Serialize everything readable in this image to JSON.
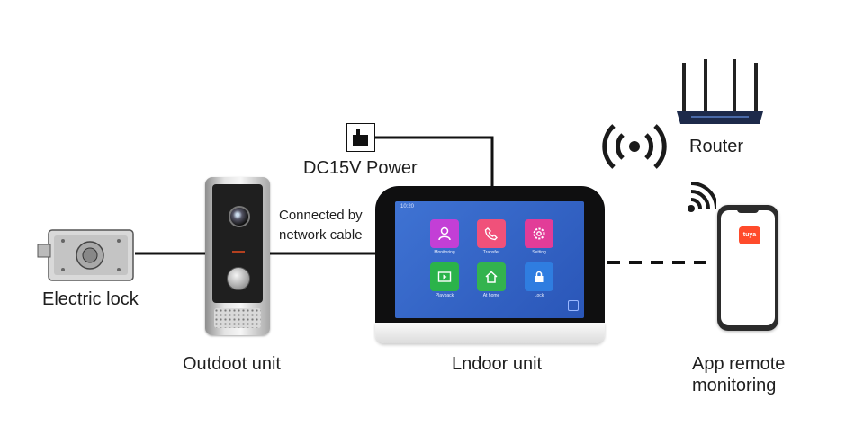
{
  "diagram": {
    "nodes": {
      "electric_lock": {
        "label": "Electric lock"
      },
      "outdoor_unit": {
        "label": "Outdoot unit"
      },
      "indoor_unit": {
        "label": "Lndoor unit"
      },
      "power": {
        "label": "DC15V Power"
      },
      "router": {
        "label": "Router"
      },
      "app": {
        "label_line1": "App  remote",
        "label_line2": "monitoring"
      }
    },
    "edges": {
      "network": {
        "label_line1": "Connected by",
        "label_line2": "network cable"
      }
    }
  },
  "monitor_screen": {
    "status": "10:20",
    "tiles": [
      {
        "label": "Monitoring",
        "color": "#c33fd6",
        "icon": "person-icon"
      },
      {
        "label": "Transfer",
        "color": "#f0517a",
        "icon": "phone-icon"
      },
      {
        "label": "Setting",
        "color": "#e23c98",
        "icon": "gear-icon"
      },
      {
        "label": "Playback",
        "color": "#2bb34a",
        "icon": "play-icon"
      },
      {
        "label": "At home",
        "color": "#33b34e",
        "icon": "home-icon"
      },
      {
        "label": "Lock",
        "color": "#2f7de0",
        "icon": "lock-icon"
      }
    ]
  },
  "phone": {
    "app_icon_text": "tuya"
  },
  "colors": {
    "wire": "#111111",
    "screen": "#3763c8"
  }
}
